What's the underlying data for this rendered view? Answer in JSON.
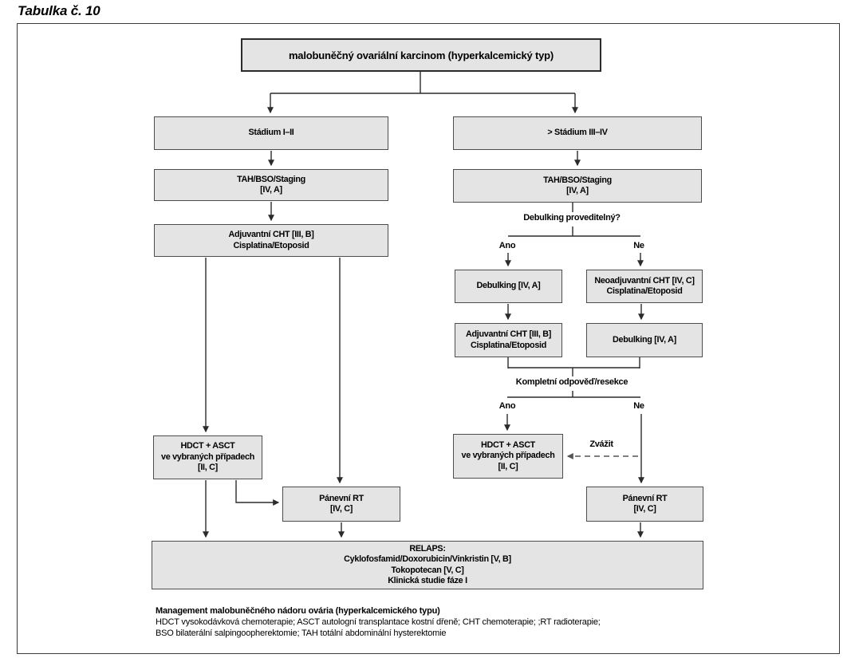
{
  "title": "Tabulka č. 10",
  "nodes": {
    "root": {
      "line1": "malobuněčný ovariální karcinom (hyperkalcemický typ)"
    },
    "stage_1_2": {
      "line1": "Stádium I–II"
    },
    "tah_left": {
      "line1": "TAH/BSO/Staging",
      "line2": "[IV, A]"
    },
    "adj_cht_left": {
      "line1": "Adjuvantní CHT [III, B]",
      "line2": "Cisplatina/Etoposid"
    },
    "stage_3_4": {
      "line1": "> Stádium III–IV"
    },
    "tah_right": {
      "line1": "TAH/BSO/Staging",
      "line2": "[IV, A]"
    },
    "debulking_yes": {
      "line1": "Debulking [IV, A]"
    },
    "neoadj_cht": {
      "line1": "Neoadjuvantní CHT [IV, C]",
      "line2": "Cisplatina/Etoposid"
    },
    "adj_cht_right": {
      "line1": "Adjuvantní CHT [III, B]",
      "line2": "Cisplatina/Etoposid"
    },
    "debulking_late": {
      "line1": "Debulking [IV, A]"
    },
    "hdct_left": {
      "line1": "HDCT + ASCT",
      "line2": "ve vybraných případech",
      "line3": "[II, C]"
    },
    "hdct_right": {
      "line1": "HDCT + ASCT",
      "line2": "ve vybraných případech",
      "line3": "[II, C]"
    },
    "rt_left": {
      "line1": "Pánevní RT",
      "line2": "[IV, C]"
    },
    "rt_right": {
      "line1": "Pánevní RT",
      "line2": "[IV, C]"
    },
    "relaps": {
      "line1": "RELAPS:",
      "line2": "Cyklofosfamid/Doxorubicin/Vinkristin [V, B]",
      "line3": "Tokopotecan [V, C]",
      "line4": "Klinická studie fáze I"
    }
  },
  "labels": {
    "debulking_question": "Debulking proveditelný?",
    "yes1": "Ano",
    "no1": "Ne",
    "complete_response": "Kompletní odpověď/resekce",
    "yes2": "Ano",
    "no2": "Ne",
    "consider": "Zvážit"
  },
  "footnotes": {
    "line1": "Management malobuněčného nádoru ovária (hyperkalcemického typu)",
    "line2": "HDCT vysokodávková chemoterapie; ASCT autologní transplantace kostní dřeně; CHT chemoterapie; ;RT radioterapie;",
    "line3": "BSO bilaterální salpingoopherektomie; TAH totální abdominální hysterektomie"
  },
  "colors": {
    "box_fill": "#e4e4e4",
    "box_border": "#4d4d4d",
    "line": "#2b2b2b",
    "dashed_line": "#555555",
    "text": "#000000",
    "background": "#ffffff"
  }
}
